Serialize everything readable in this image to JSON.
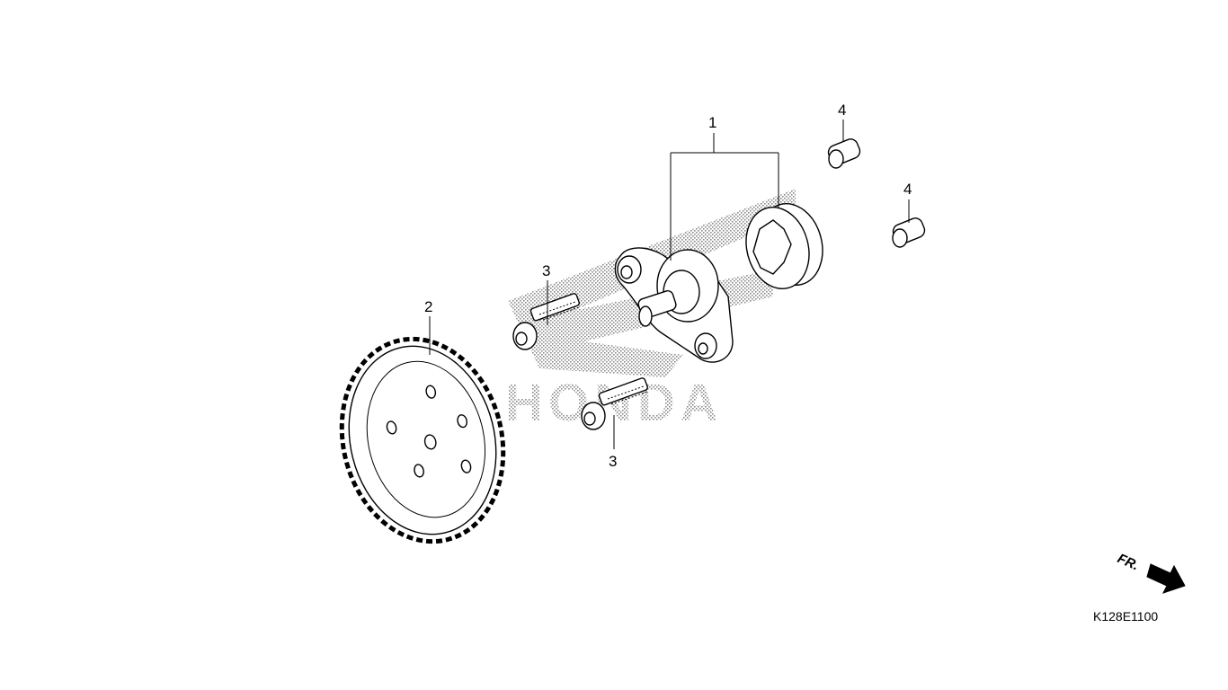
{
  "diagram": {
    "callouts": [
      {
        "id": "oil-pump-assembly",
        "label": "1"
      },
      {
        "id": "drive-gear",
        "label": "2"
      },
      {
        "id": "bolt-upper",
        "label": "3"
      },
      {
        "id": "bolt-lower",
        "label": "3"
      },
      {
        "id": "dowel-pin-upper",
        "label": "4"
      },
      {
        "id": "dowel-pin-lower",
        "label": "4"
      }
    ],
    "watermark": {
      "text": "HONDA"
    },
    "front_indicator": {
      "label": "FR."
    },
    "figure_code": "K128E1100"
  },
  "colors": {
    "ink": "#000000",
    "background": "#ffffff",
    "watermark": "#9a9a9a"
  }
}
